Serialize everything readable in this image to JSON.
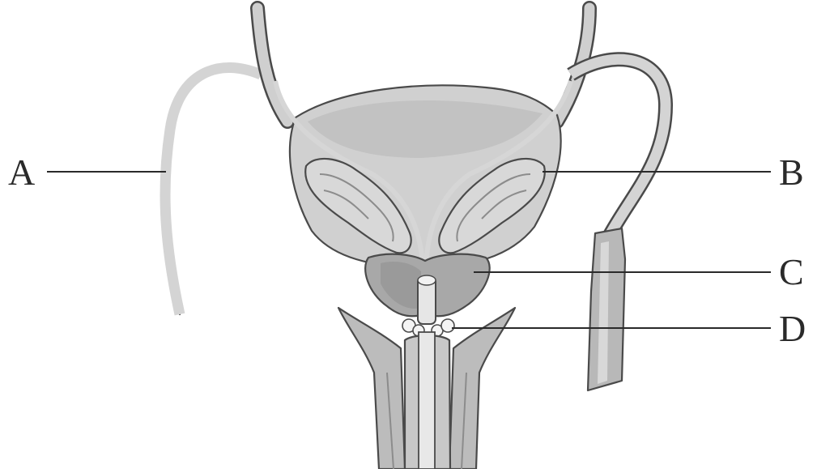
{
  "labels": {
    "a": "A",
    "b": "B",
    "c": "C",
    "d": "D"
  },
  "colors": {
    "tissue_light": "#dcdcdc",
    "tissue_mid": "#c4c4c4",
    "tissue_dark": "#9e9e9e",
    "outline": "#4a4a4a",
    "label_text": "#2a2a2a"
  }
}
